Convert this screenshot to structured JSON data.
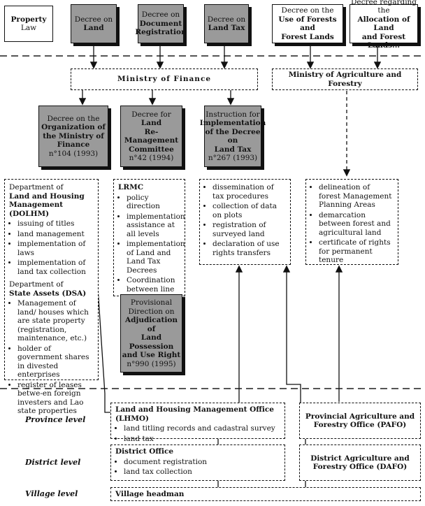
{
  "top": {
    "property_law": {
      "title": "Property",
      "sub": "Law"
    },
    "decree_land": {
      "l1": "Decree on",
      "l2": "Land"
    },
    "decree_docreg": {
      "l1": "Decree on",
      "l2": "Document",
      "l3": "Registration"
    },
    "decree_landtax": {
      "l1": "Decree on",
      "l2": "Land Tax"
    },
    "decree_forests": {
      "l1": "Decree on the",
      "l2": "Use of Forests and",
      "l3": "Forest Lands"
    },
    "decree_allocation": {
      "l1": "Decree regarding the",
      "l2": "Allocation of Land",
      "l3": "and Forest Lands..."
    }
  },
  "ministries": {
    "finance": "Ministry of Finance",
    "agriculture": "Ministry of Agriculture and Forestry"
  },
  "decrees_mid": {
    "org": {
      "l1": "Decree on the",
      "l2": "Organization of",
      "l3": "the Ministry of",
      "l4": "Finance",
      "l5": "n°104 (1993)"
    },
    "lrmc": {
      "l1": "Decree for",
      "l2": "Land",
      "l3": "Re-Management",
      "l4": "Committee",
      "l5": "n°42 (1994)"
    },
    "instr": {
      "l1": "Instruction for",
      "l2": "Implementation",
      "l3": "of the Decree on",
      "l4": "Land Tax",
      "l5": "n°267 (1993)"
    },
    "prov": {
      "l1": "Provisional",
      "l2": "Direction on",
      "l3": "Adjudication of",
      "l4": "Land Possession",
      "l5": "and Use Right",
      "l6": "n°990 (1995)"
    }
  },
  "dolhm": {
    "title_a": "Department of",
    "title_b": "Land and Housing",
    "title_c": "Management (DOLHM)",
    "items": [
      "issuing of titles",
      "land management",
      "implementation of laws",
      "implementation of land tax collection"
    ],
    "dsa_a": "Department of",
    "dsa_b": "State Assets (DSA)",
    "dsa_items": [
      "Management of land/ houses which are state property (registration, maintenance, etc.)",
      "holder of government shares in divested enterprises",
      "register of leases betwe-en foreign investers and Lao state properties"
    ]
  },
  "lrmc_box": {
    "title": "LRMC",
    "items": [
      "policy direction",
      "implementation assistance at all levels",
      "implementation of Land and Land Tax Decrees",
      "Coordination between line ministries"
    ]
  },
  "tax_box": {
    "items": [
      "dissemination of tax procedures",
      "collection of data on plots",
      "registration of surveyed land",
      "declaration of use rights transfers"
    ]
  },
  "forest_box": {
    "items": [
      "delineation of forest Management Planning Areas",
      "demarcation between forest and agricultural land",
      "certificate of rights for permanent tenure"
    ]
  },
  "levels": {
    "province": "Province level",
    "district": "District level",
    "village": "Village level"
  },
  "lhmo": {
    "title": "Land and Housing Management Office (LHMO)",
    "items": [
      "land titling records and cadastral survey",
      "land tax"
    ]
  },
  "district_office": {
    "title": "District Office",
    "items": [
      "document registration",
      "land tax collection"
    ]
  },
  "pafo": {
    "l1": "Provincial Agriculture and",
    "l2": "Forestry Office (PAFO)"
  },
  "dafo": {
    "l1": "District Agriculture and",
    "l2": "Forestry Office (DAFO)"
  },
  "village": "Village headman"
}
